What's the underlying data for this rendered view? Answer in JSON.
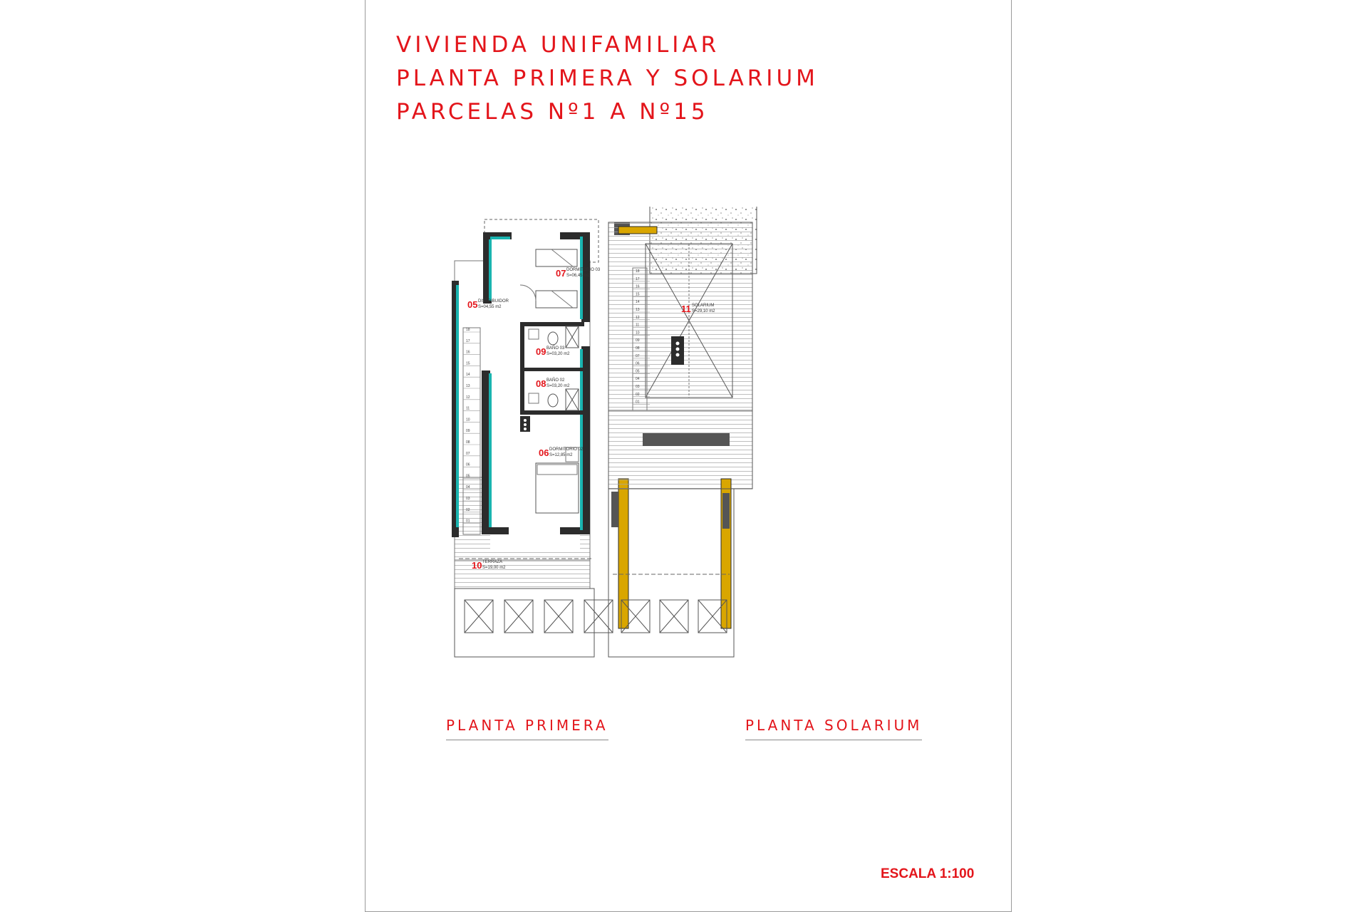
{
  "title": {
    "line1": "VIVIENDA UNIFAMILIAR",
    "line2": "PLANTA PRIMERA Y SOLARIUM",
    "line3": "PARCELAS Nº1 A Nº15"
  },
  "plan_primera": {
    "caption": "PLANTA PRIMERA",
    "rooms": [
      {
        "num": "05",
        "name": "DISTRIBUIDOR",
        "area": "S=04,55  m2"
      },
      {
        "num": "07",
        "name": "DORMITORIO 03",
        "area": "S=06,45  m2"
      },
      {
        "num": "09",
        "name": "BAÑO 03",
        "area": "S=03,20  m2"
      },
      {
        "num": "08",
        "name": "BAÑO 02",
        "area": "S=03,20  m2"
      },
      {
        "num": "06",
        "name": "DORMITORIO 02",
        "area": "S=12,85  m2"
      },
      {
        "num": "10",
        "name": "TERRAZA",
        "area": "S=19,00  m2"
      }
    ],
    "stair_steps": [
      "18",
      "17",
      "16",
      "15",
      "14",
      "13",
      "12",
      "11",
      "10",
      "09",
      "08",
      "07",
      "06",
      "05",
      "04",
      "03",
      "02",
      "01"
    ]
  },
  "plan_solarium": {
    "caption": "PLANTA SOLARIUM",
    "rooms": [
      {
        "num": "11",
        "name": "SOLARIUM",
        "area": "S=29,10  m2"
      }
    ],
    "stair_steps": [
      "18",
      "17",
      "16",
      "15",
      "14",
      "13",
      "12",
      "11",
      "10",
      "09",
      "08",
      "07",
      "06",
      "05",
      "04",
      "03",
      "02",
      "01"
    ]
  },
  "scale": "ESCALA 1:100",
  "colors": {
    "title_red": "#e3151b",
    "wall_dark": "#2c2c2c",
    "insulation_teal": "#19b4b0",
    "wood_yellow": "#d9a600",
    "line": "#5a5a5a"
  }
}
